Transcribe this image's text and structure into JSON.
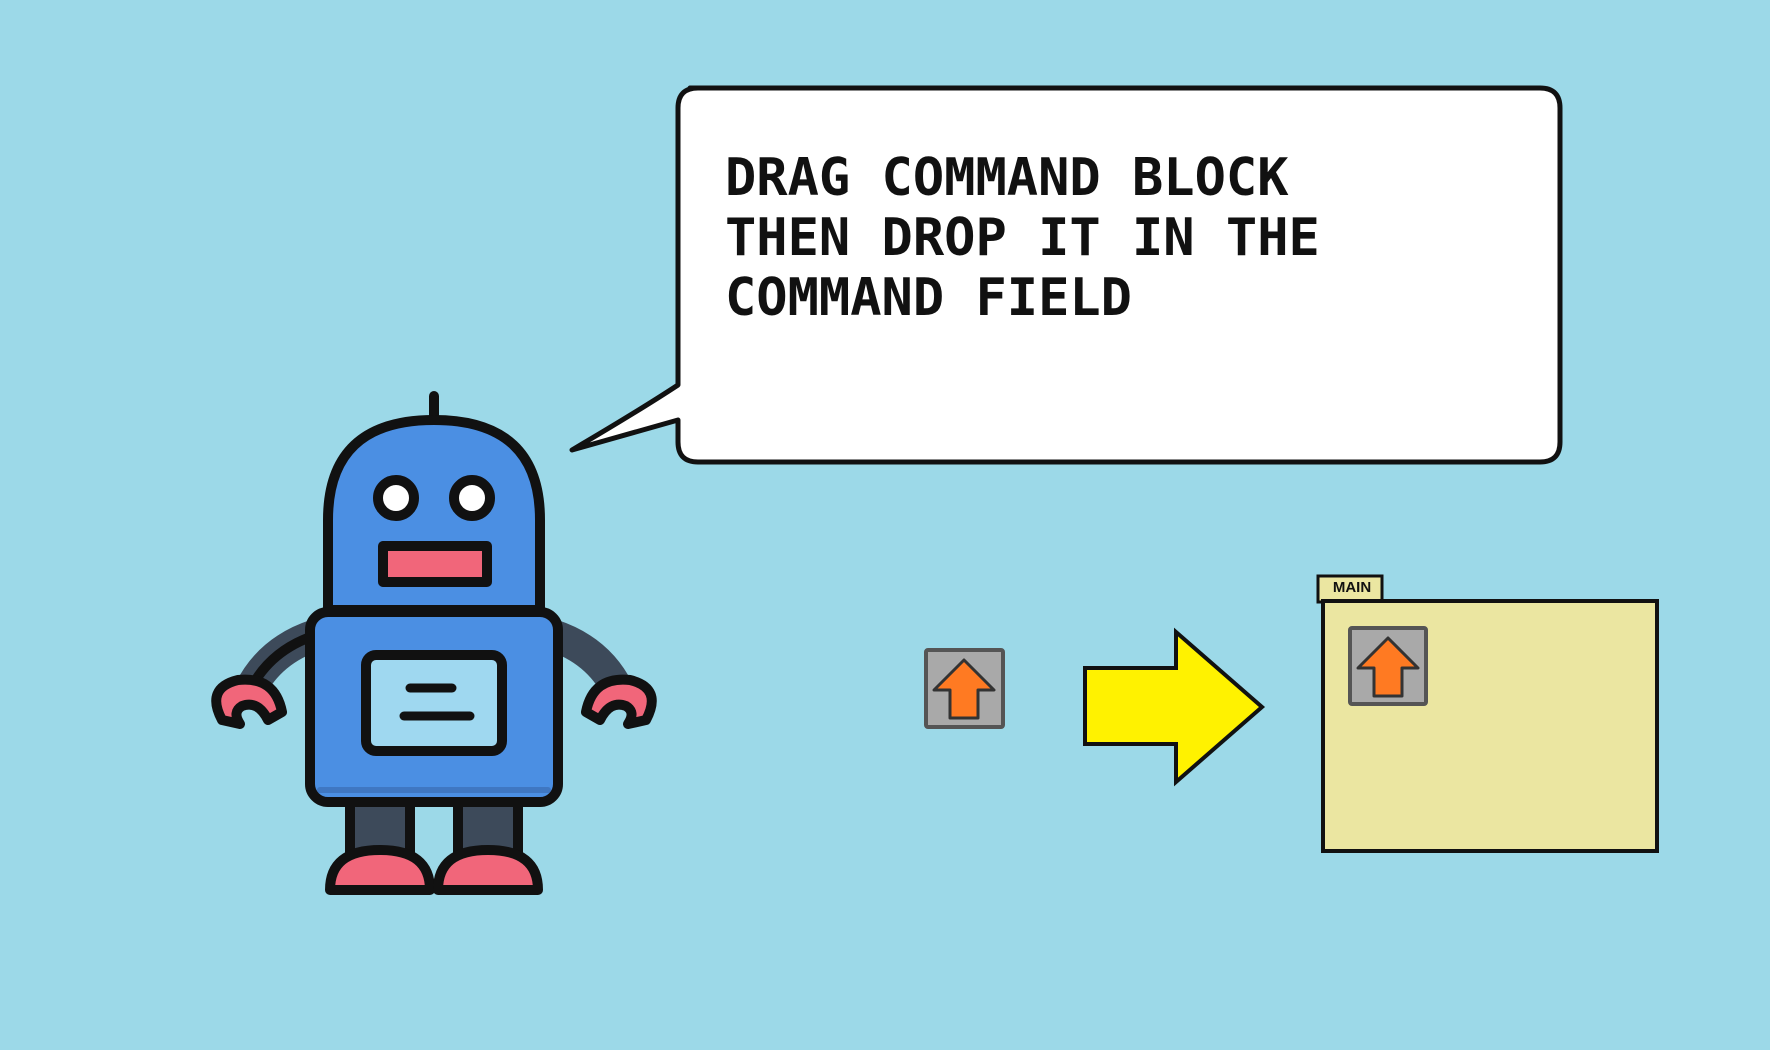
{
  "instruction": {
    "lines": [
      "DRAG COMMAND BLOCK",
      "THEN DROP IT IN THE",
      "COMMAND FIELD"
    ]
  },
  "command_field": {
    "tab_label": "MAIN"
  },
  "command_block": {
    "icon": "up-arrow-icon",
    "command": "up"
  },
  "colors": {
    "background": "#9cd9e8",
    "robot_blue": "#4b8fe3",
    "robot_accent": "#f1667a",
    "arrow": "#fff200",
    "field": "#ebe6a1",
    "block_arrow": "#ff7a22",
    "block_bg": "#a8a8a8"
  }
}
